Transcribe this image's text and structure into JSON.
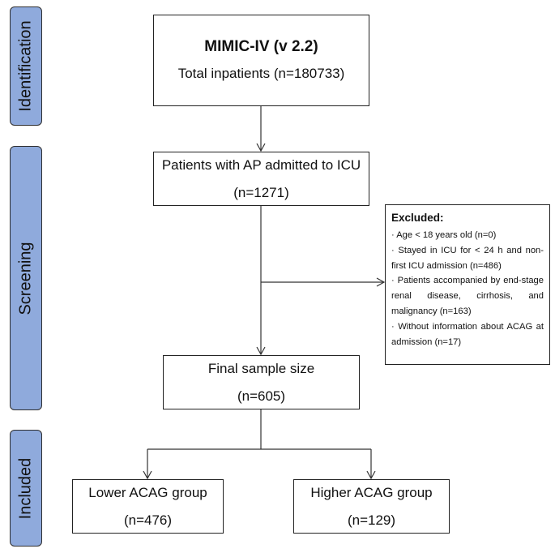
{
  "stages": {
    "identification": "Identification",
    "screening": "Screening",
    "included": "Included"
  },
  "boxes": {
    "source": {
      "title": "MIMIC-IV (v 2.2)",
      "line2": "Total inpatients (n=180733)"
    },
    "icu": {
      "line1": "Patients with AP admitted to ICU",
      "line2": "(n=1271)"
    },
    "final": {
      "line1": "Final sample size",
      "line2": "(n=605)"
    },
    "lower": {
      "line1": "Lower ACAG group",
      "line2": "(n=476)"
    },
    "higher": {
      "line1": "Higher ACAG group",
      "line2": "(n=129)"
    }
  },
  "excluded": {
    "heading": "Excluded:",
    "items": [
      "· Age < 18 years old (n=0)",
      "· Stayed in ICU for < 24 h and non-first ICU admission (n=486)",
      "· Patients accompanied by end-stage renal disease, cirrhosis, and malignancy (n=163)",
      "· Without information about ACAG at admission (n=17)"
    ]
  },
  "colors": {
    "stage_fill": "#8faadc",
    "border": "#222222",
    "line": "#333333"
  }
}
